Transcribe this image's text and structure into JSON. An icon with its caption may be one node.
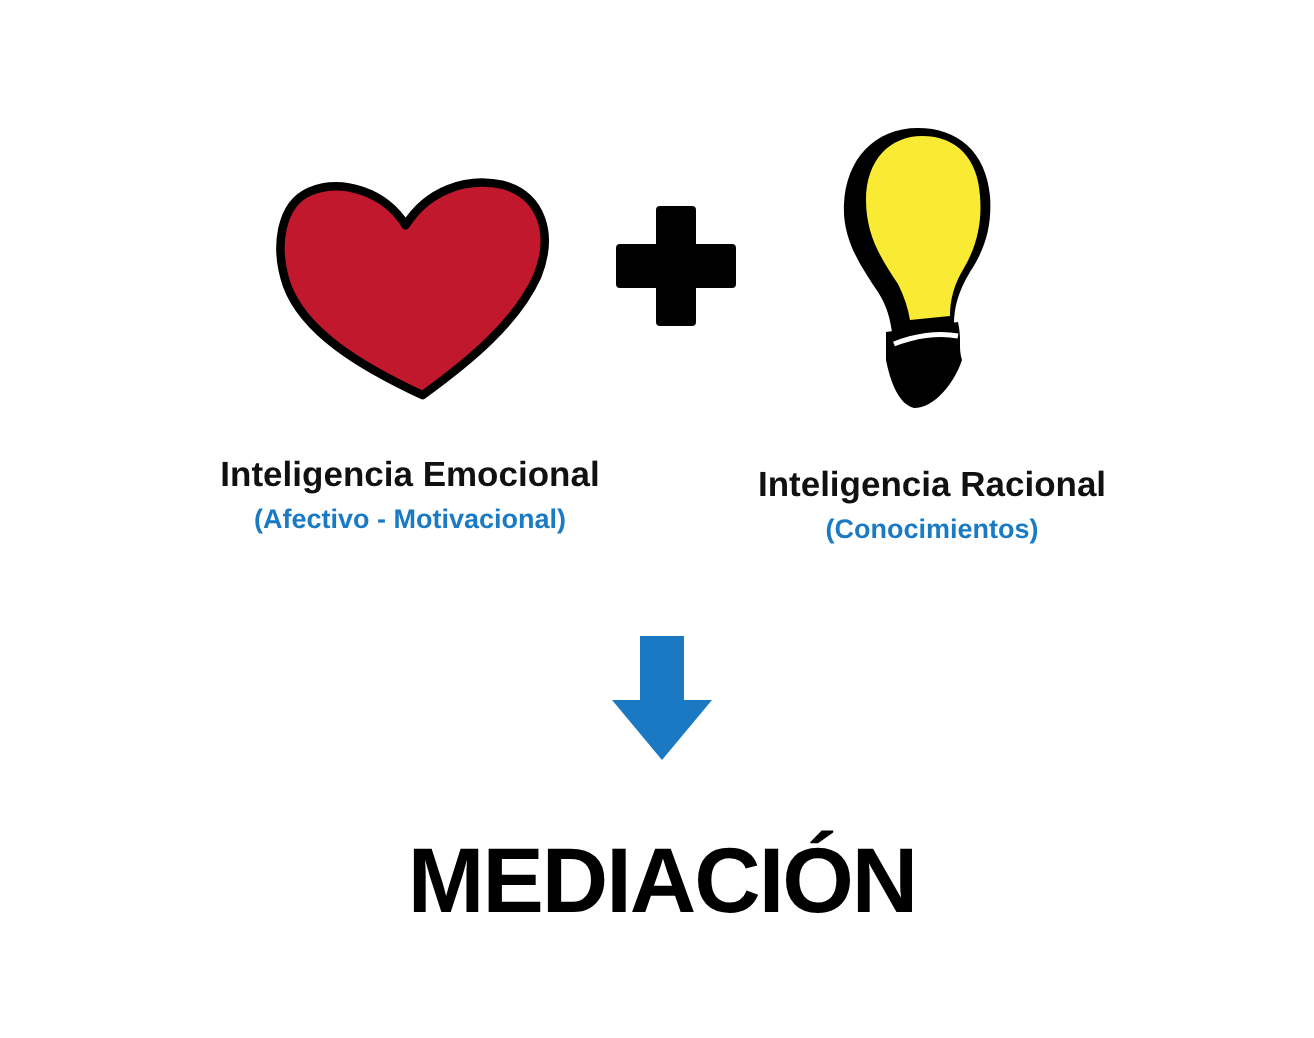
{
  "diagram": {
    "nodes": [
      {
        "text": [
          "Inteligencia Emocional",
          "(Afectivo - Motivacional)"
        ]
      },
      {
        "text": [
          "Inteligencia Racional",
          "(Conocimientos)"
        ]
      },
      {
        "text": [
          "MEDIACIÓN"
        ]
      }
    ],
    "edges": [
      {
        "from": null,
        "to": 2,
        "arrow": "to"
      }
    ]
  }
}
